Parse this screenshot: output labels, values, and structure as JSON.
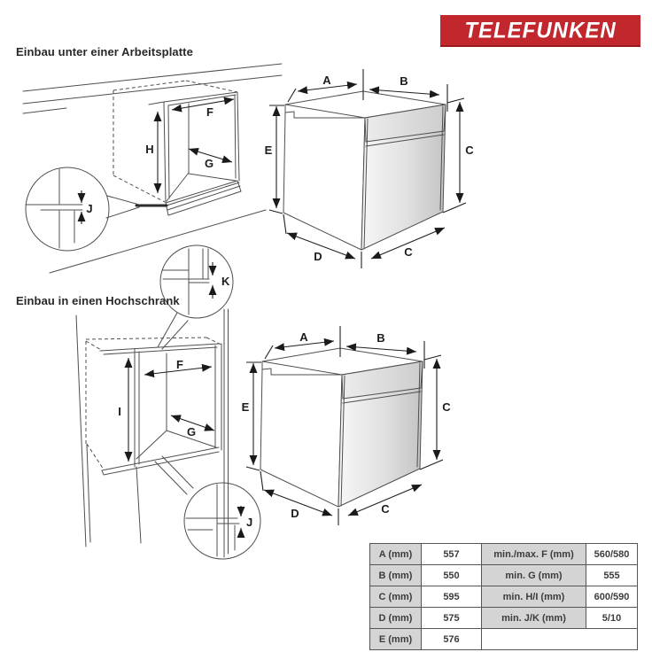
{
  "logo": {
    "text": "TELEFUNKEN",
    "bg_color": "#c1272d",
    "text_color": "#ffffff"
  },
  "sections": {
    "worktop": {
      "heading": "Einbau unter einer Arbeitsplatte"
    },
    "tall_cabinet": {
      "heading": "Einbau in einen Hochschrank"
    }
  },
  "dim_labels": {
    "A": "A",
    "B": "B",
    "C": "C",
    "D": "D",
    "E": "E",
    "F": "F",
    "G": "G",
    "H": "H",
    "I": "I",
    "J": "J",
    "K": "K"
  },
  "table": {
    "rows": [
      [
        "A (mm)",
        "557",
        "min./max. F (mm)",
        "560/580"
      ],
      [
        "B (mm)",
        "550",
        "min. G (mm)",
        "555"
      ],
      [
        "C (mm)",
        "595",
        "min. H/I (mm)",
        "600/590"
      ],
      [
        "D (mm)",
        "575",
        "min. J/K (mm)",
        "5/10"
      ],
      [
        "E (mm)",
        "576",
        "",
        ""
      ]
    ]
  }
}
